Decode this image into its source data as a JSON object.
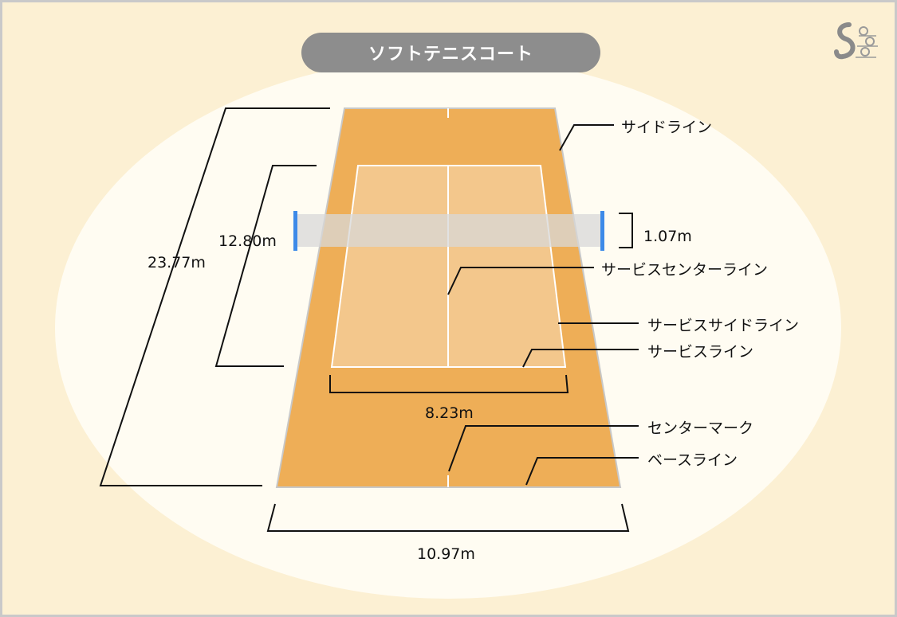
{
  "title": "ソフトテニスコート",
  "colors": {
    "background": "#fcf0d3",
    "ellipse": "#fffcf2",
    "court": "#eeae57",
    "service_area": "#f3c78c",
    "net": "#d8d8d8",
    "post": "#3d8ae8",
    "title_pill": "#8d8d8d"
  },
  "dimensions": {
    "court_length": "23.77m",
    "service_length": "12.80m",
    "net_height": "1.07m",
    "service_width": "8.23m",
    "court_width": "10.97m"
  },
  "labels": {
    "side_line": "サイドライン",
    "service_center_line": "サービスセンターライン",
    "service_side_line": "サービスサイドライン",
    "service_line": "サービスライン",
    "center_mark": "センターマーク",
    "base_line": "ベースライン"
  },
  "logo_icon": "sports-logo-icon"
}
